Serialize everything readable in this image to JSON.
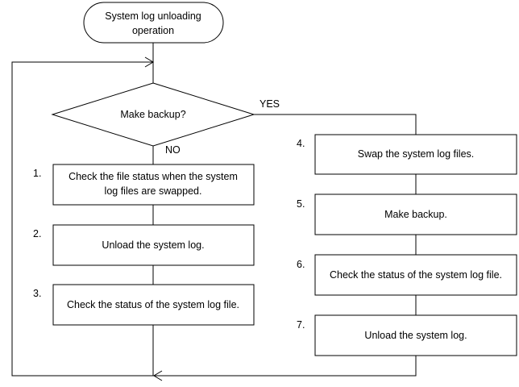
{
  "start": {
    "line1": "System log unloading",
    "line2": "operation"
  },
  "decision": {
    "label": "Make backup?",
    "yes_label": "YES",
    "no_label": "NO"
  },
  "no_branch": [
    {
      "num": "1.",
      "line1": "Check the file status when the system",
      "line2": "log files are swapped."
    },
    {
      "num": "2.",
      "line1": "Unload the system log.",
      "line2": ""
    },
    {
      "num": "3.",
      "line1": "Check the status of the system log file.",
      "line2": ""
    }
  ],
  "yes_branch": [
    {
      "num": "4.",
      "line1": "Swap the system log files.",
      "line2": ""
    },
    {
      "num": "5.",
      "line1": "Make backup.",
      "line2": ""
    },
    {
      "num": "6.",
      "line1": "Check the status of the system log file.",
      "line2": ""
    },
    {
      "num": "7.",
      "line1": "Unload the system log.",
      "line2": ""
    }
  ]
}
